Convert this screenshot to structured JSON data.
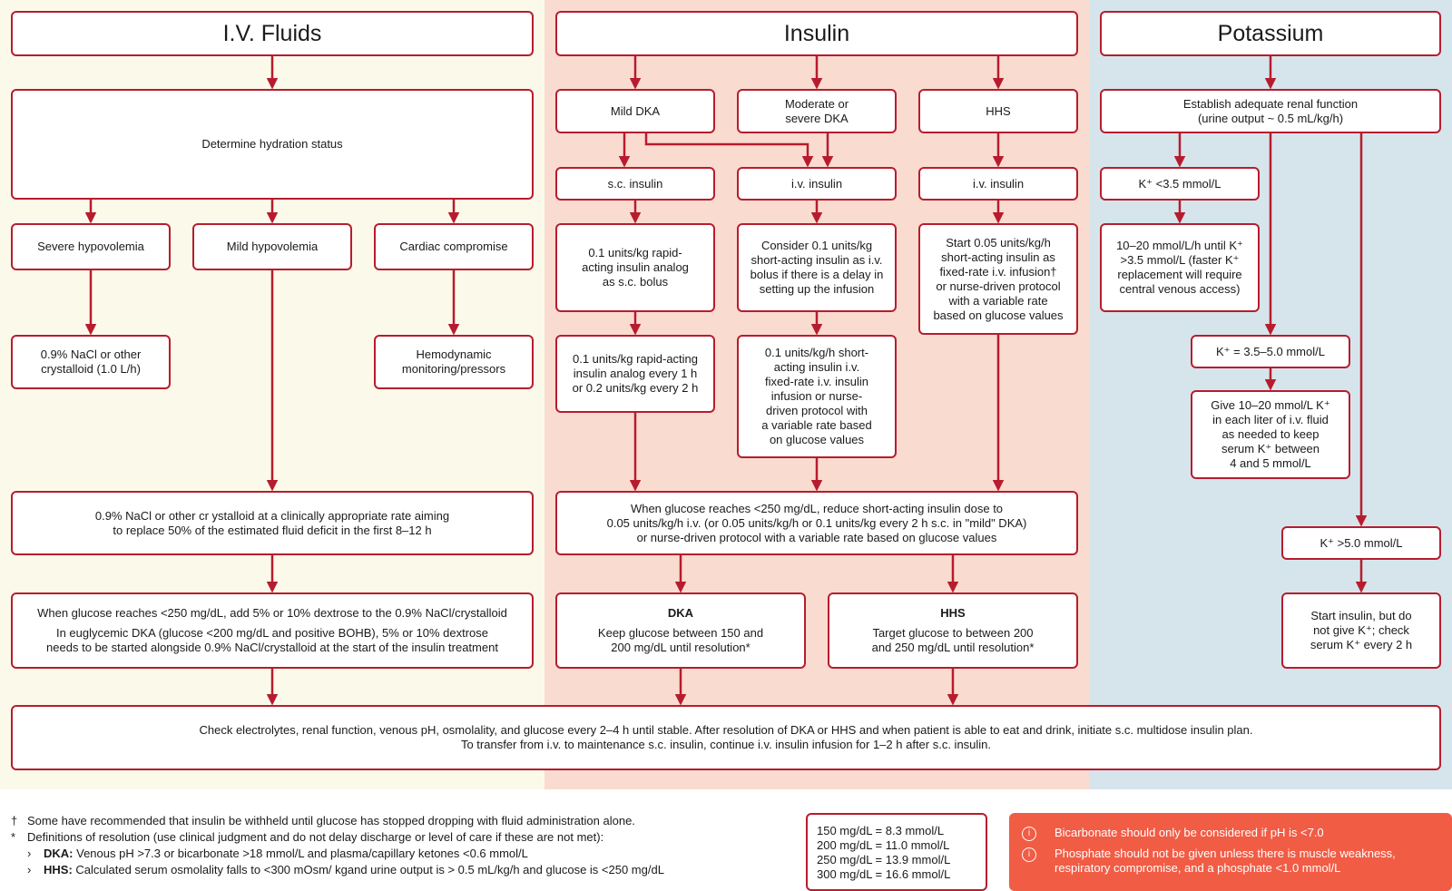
{
  "iv": {
    "header": "I.V. Fluids",
    "hydration": "Determine hydration status",
    "severe": "Severe hypovolemia",
    "mild": "Mild hypovolemia",
    "cardiac": "Cardiac compromise",
    "nacl_l1": "0.9% NaCl or other",
    "nacl_l2": "crystalloid (1.0 L/h)",
    "hemo_l1": "Hemodynamic",
    "hemo_l2": "monitoring/pressors",
    "rate_l1": "0.9% NaCl or other cr ystalloid at a clinically appropriate rate aiming",
    "rate_l2": "to replace 50% of the estimated fluid deficit in the first 8–12 h",
    "dex_l1": "When glucose reaches <250 mg/dL, add 5% or 10% dextrose to the 0.9% NaCl/crystalloid",
    "dex_l2": "In euglycemic DKA (glucose <200 mg/dL and positive BOHB), 5% or 10% dextrose",
    "dex_l3": "needs to be started alongside 0.9% NaCl/crystalloid at the start of the insulin treatment"
  },
  "insulin": {
    "header": "Insulin",
    "mild": "Mild DKA",
    "mod_l1": "Moderate or",
    "mod_l2": "severe DKA",
    "hhs": "HHS",
    "sc": "s.c. insulin",
    "iv1": "i.v. insulin",
    "iv2": "i.v. insulin",
    "sc_bolus": [
      "0.1 units/kg rapid-",
      "acting insulin analog",
      "as s.c. bolus"
    ],
    "iv_bolus": [
      "Consider 0.1 units/kg",
      "short-acting insulin as i.v.",
      "bolus if there is a delay in",
      "setting up the infusion"
    ],
    "hhs_start": [
      "Start 0.05 units/kg/h",
      "short-acting insulin as",
      "fixed-rate i.v. infusion†",
      "or nurse-driven protocol",
      "with a variable rate",
      "based on glucose values"
    ],
    "sc_repeat": [
      "0.1 units/kg rapid-acting",
      "insulin analog every 1 h",
      "or 0.2 units/kg every 2 h"
    ],
    "iv_infusion": [
      "0.1 units/kg/h short-",
      "acting insulin i.v.",
      "fixed-rate i.v. insulin",
      "infusion or nurse-",
      "driven protocol with",
      "a variable rate based",
      "on glucose values"
    ],
    "reduce": [
      "When glucose reaches <250 mg/dL, reduce short-acting insulin dose to",
      "0.05 units/kg/h i.v. (or 0.05 units/kg/h or 0.1 units/kg every 2 h s.c. in \"mild\" DKA)",
      "or nurse-driven protocol with a variable rate based on glucose values"
    ],
    "dka_title": "DKA",
    "dka_l1": "Keep glucose between 150 and",
    "dka_l2": "200 mg/dL until resolution*",
    "hhs_title": "HHS",
    "hhs_l1": "Target glucose to between 200",
    "hhs_l2": "and 250 mg/dL until resolution*"
  },
  "potassium": {
    "header": "Potassium",
    "renal_l1": "Establish adequate renal function",
    "renal_l2": "(urine output ~ 0.5 mL/kg/h)",
    "low": "K⁺ <3.5 mmol/L",
    "low_action": [
      "10–20 mmol/L/h until K⁺",
      ">3.5 mmol/L (faster K⁺",
      "replacement will require",
      "central venous access)"
    ],
    "normal": "K⁺ = 3.5–5.0 mmol/L",
    "normal_action": [
      "Give 10–20 mmol/L K⁺",
      "in each liter of i.v. fluid",
      "as needed to keep",
      "serum K⁺ between",
      "4 and 5 mmol/L"
    ],
    "high": "K⁺ >5.0 mmol/L",
    "high_action": [
      "Start insulin, but do",
      "not give K⁺; check",
      "serum K⁺ every 2 h"
    ]
  },
  "check": {
    "l1": "Check electrolytes, renal function, venous pH, osmolality, and glucose every 2–4 h until stable. After resolution of DKA or HHS and when patient is able to eat and drink, initiate s.c. multidose insulin plan.",
    "l2": "To transfer from i.v. to maintenance s.c. insulin, continue i.v. insulin infusion for 1–2 h after s.c. insulin."
  },
  "footnotes": {
    "dagger_mark": "†",
    "dagger_text": "Some have recommended that insulin be withheld until glucose has stopped dropping with fluid administration alone.",
    "star_mark": "*",
    "star_text": "Definitions of resolution (use clinical judgment and do not delay discharge or level of care if these are not met):",
    "bullet": "›",
    "dka_label": "DKA:",
    "dka_text": " Venous pH >7.3 or bicarbonate >18 mmol/L and plasma/capillary ketones <0.6 mmol/L",
    "hhs_label": "HHS:",
    "hhs_text": " Calculated serum osmolality falls to <300 mOsm/ kgand urine output is > 0.5 mL/kg/h and glucose is <250 mg/dL"
  },
  "conversions": [
    "150 mg/dL = 8.3 mmol/L",
    "200 mg/dL = 11.0 mmol/L",
    "250 mg/dL = 13.9 mmol/L",
    "300 mg/dL = 16.6 mmol/L"
  ],
  "warnings": {
    "icon": "info-icon",
    "w1": "Bicarbonate should only be considered if pH is <7.0",
    "w2": "Phosphate should not be given unless there is muscle weakness, respiratory compromise, and a phosphate <1.0 mmol/L"
  },
  "colors": {
    "accent": "#b71c2e",
    "iv_bg": "#fbfaea",
    "insulin_bg": "#fadbd0",
    "potassium_bg": "#d6e5ec",
    "warning_bg": "#f15c45"
  }
}
